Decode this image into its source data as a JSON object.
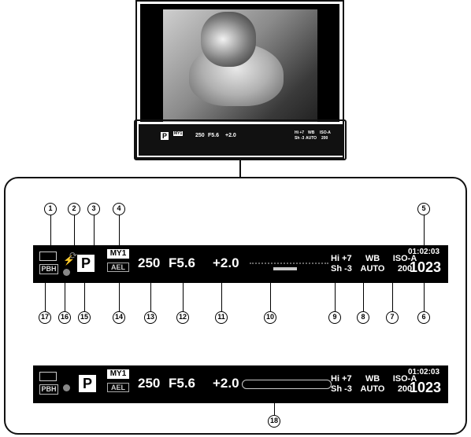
{
  "display": {
    "mode": "P",
    "my_mode": "MY1",
    "ael": "AEL",
    "shutter": "250",
    "aperture": "F5.6",
    "exposure_comp": "+2.0",
    "highlight": "Hi +7",
    "shadow": "Sh -3",
    "wb_label": "WB",
    "wb_value": "AUTO",
    "iso_label": "ISO-A",
    "iso_value": "200",
    "time": "01:02:03",
    "shots": "1023",
    "pbh": "PBH"
  },
  "callouts": [
    "1",
    "2",
    "3",
    "4",
    "5",
    "6",
    "7",
    "8",
    "9",
    "10",
    "11",
    "12",
    "13",
    "14",
    "15",
    "16",
    "17",
    "18"
  ]
}
